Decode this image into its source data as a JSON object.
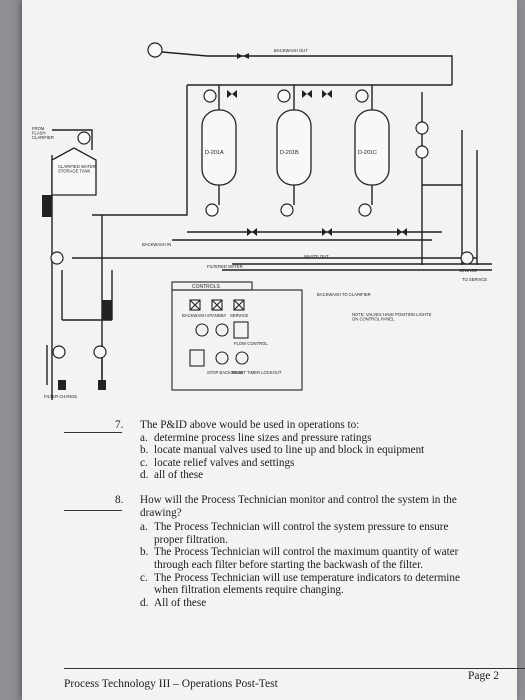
{
  "diagram": {
    "vessels": [
      "D-201A",
      "D-201B",
      "D-201C"
    ],
    "labels": {
      "from": "FROM\nFLASH\nCLARIFIER",
      "clarified": "CLARIFIED WATER\nSTORAGE TANK",
      "backwash_in": "BACKWASH IN",
      "backwash_out_top": "BACKWASH OUT",
      "filtered": "FILTERED WATER",
      "waste_out": "WASTE OUT",
      "controls": "CONTROLS",
      "backwash_to_clarifier": "BACKWASH TO CLARIFIER",
      "note": "NOTE: VALVES HAVE POSITION LIGHTS\nON CONTROL PANEL",
      "filter_change": "FILTER CHANGE",
      "service": "SERVICE",
      "standby": "STANDBY",
      "backwash": "BACKWASH",
      "flow_control": "FLOW CONTROL",
      "stop_backwash": "STOP BACKWASH",
      "reset_timer_lockout": "RESET TIMER LOCKOUT",
      "sewage": "SEWAGE",
      "to_service": "TO SERVICE"
    }
  },
  "q7": {
    "number": "7.",
    "stem": "The P&ID above would be used in operations to:",
    "options": [
      {
        "letter": "a.",
        "text": "determine process line sizes and pressure ratings"
      },
      {
        "letter": "b.",
        "text": "locate manual valves used to line up and block in equipment"
      },
      {
        "letter": "c.",
        "text": "locate relief valves and settings"
      },
      {
        "letter": "d.",
        "text": "all of these"
      }
    ]
  },
  "q8": {
    "number": "8.",
    "stem": "How will the Process Technician monitor and control the system in the drawing?",
    "options": [
      {
        "letter": "a.",
        "text": "The Process Technician will control the system pressure to ensure proper filtration."
      },
      {
        "letter": "b.",
        "text": "The Process Technician will control the maximum quantity of water through each filter before starting the backwash of the filter."
      },
      {
        "letter": "c.",
        "text": "The Process Technician will use temperature indicators to determine when filtration elements require changing."
      },
      {
        "letter": "d.",
        "text": "All of these"
      }
    ]
  },
  "footer": {
    "left": "Process Technology III – Operations Post-Test",
    "right": "Page 2"
  }
}
